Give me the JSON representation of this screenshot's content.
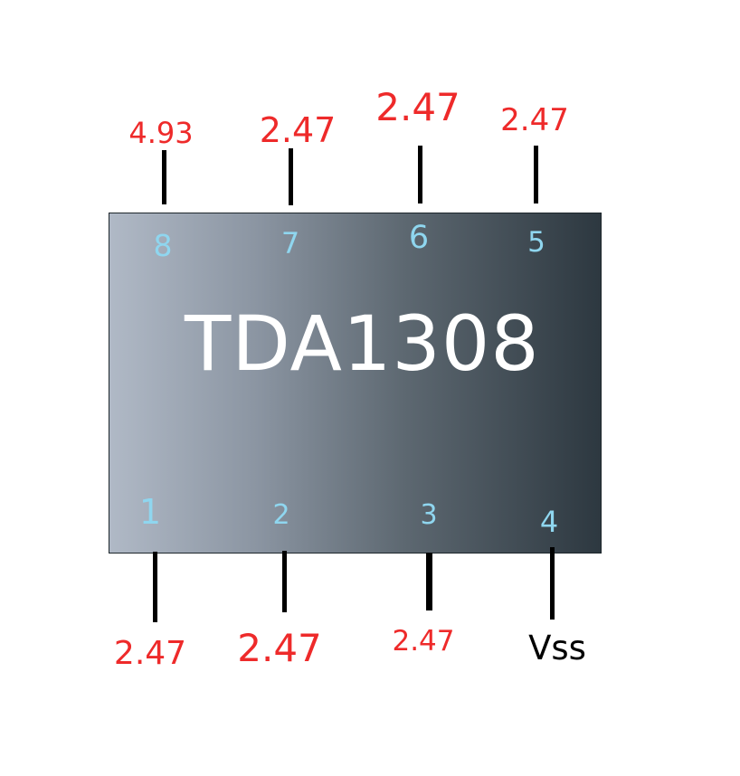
{
  "chip": {
    "name": "TDA1308"
  },
  "top_pins": [
    {
      "number": "8",
      "voltage": "4.93"
    },
    {
      "number": "7",
      "voltage": "2.47"
    },
    {
      "number": "6",
      "voltage": "2.47"
    },
    {
      "number": "5",
      "voltage": "2.47"
    }
  ],
  "bottom_pins": [
    {
      "number": "1",
      "voltage": "2.47"
    },
    {
      "number": "2",
      "voltage": "2.47"
    },
    {
      "number": "3",
      "voltage": "2.47"
    },
    {
      "number": "4",
      "voltage": "Vss"
    }
  ],
  "colors": {
    "voltage_label": "#ee2a2a",
    "pin_number": "#8fd6ef",
    "chip_gradient_start": "#b0b9c6",
    "chip_gradient_end": "#2d3840",
    "pin_leg": "#000000"
  }
}
